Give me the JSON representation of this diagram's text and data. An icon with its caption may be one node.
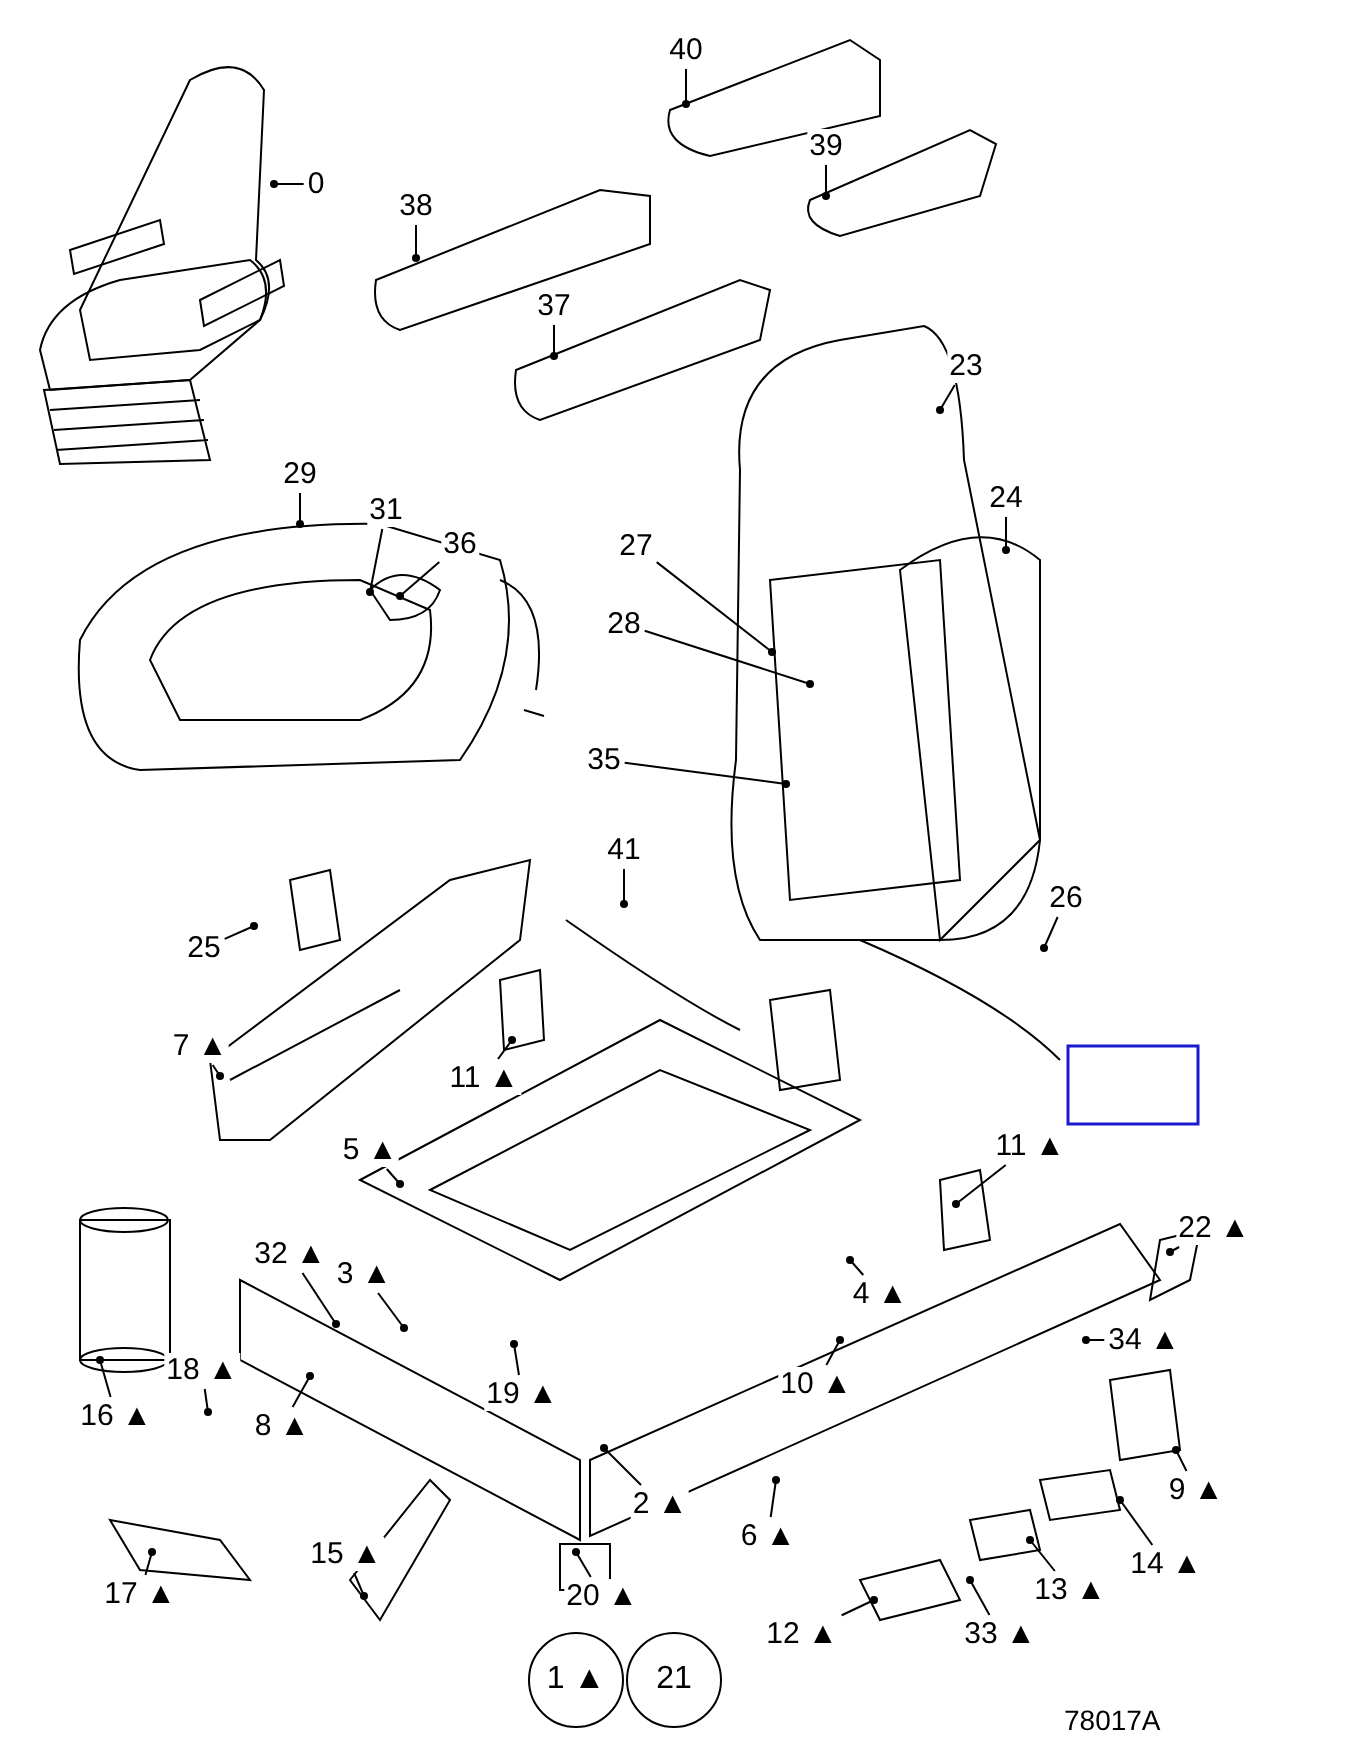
{
  "diagram": {
    "nodes": [
      {
        "text": [
          "40"
        ]
      },
      {
        "text": [
          "39"
        ]
      },
      {
        "text": [
          "0"
        ]
      },
      {
        "text": [
          "38"
        ]
      },
      {
        "text": [
          "37"
        ]
      },
      {
        "text": [
          "23"
        ]
      },
      {
        "text": [
          "29"
        ]
      },
      {
        "text": [
          "24"
        ]
      },
      {
        "text": [
          "31"
        ]
      },
      {
        "text": [
          "36"
        ]
      },
      {
        "text": [
          "27"
        ]
      },
      {
        "text": [
          "28"
        ]
      },
      {
        "text": [
          "35"
        ]
      },
      {
        "text": [
          "41"
        ]
      },
      {
        "text": [
          "26"
        ]
      },
      {
        "text": [
          "25"
        ]
      },
      {
        "text": [
          "7 ▲"
        ]
      },
      {
        "text": [
          "11 ▲"
        ]
      },
      {
        "text": [
          "5 ▲"
        ]
      },
      {
        "text": [
          "11 ▲"
        ]
      },
      {
        "text": [
          "22 ▲"
        ]
      },
      {
        "text": [
          "32 ▲"
        ]
      },
      {
        "text": [
          "3 ▲"
        ]
      },
      {
        "text": [
          "4 ▲"
        ]
      },
      {
        "text": [
          "34 ▲"
        ]
      },
      {
        "text": [
          "18 ▲"
        ]
      },
      {
        "text": [
          "16 ▲"
        ]
      },
      {
        "text": [
          "19 ▲"
        ]
      },
      {
        "text": [
          "10 ▲"
        ]
      },
      {
        "text": [
          "8 ▲"
        ]
      },
      {
        "text": [
          "9 ▲"
        ]
      },
      {
        "text": [
          "2 ▲"
        ]
      },
      {
        "text": [
          "6 ▲"
        ]
      },
      {
        "text": [
          "14 ▲"
        ]
      },
      {
        "text": [
          "13 ▲"
        ]
      },
      {
        "text": [
          "15 ▲"
        ]
      },
      {
        "text": [
          "17 ▲"
        ]
      },
      {
        "text": [
          "20 ▲"
        ]
      },
      {
        "text": [
          "12 ▲"
        ]
      },
      {
        "text": [
          "33 ▲"
        ]
      },
      {
        "text": [
          "1 ▲"
        ]
      },
      {
        "text": [
          "21"
        ]
      }
    ],
    "edges": [
      {
        "from": 0,
        "to": null,
        "arrow": "other"
      },
      {
        "from": 1,
        "to": null,
        "arrow": "other"
      },
      {
        "from": 2,
        "to": null,
        "arrow": "other"
      },
      {
        "from": 3,
        "to": null,
        "arrow": "other"
      },
      {
        "from": 4,
        "to": null,
        "arrow": "other"
      },
      {
        "from": 5,
        "to": null,
        "arrow": "other"
      },
      {
        "from": 6,
        "to": null,
        "arrow": "other"
      },
      {
        "from": 7,
        "to": null,
        "arrow": "other"
      },
      {
        "from": 8,
        "to": null,
        "arrow": "other"
      },
      {
        "from": 9,
        "to": null,
        "arrow": "other"
      },
      {
        "from": 10,
        "to": null,
        "arrow": "other"
      },
      {
        "from": 11,
        "to": null,
        "arrow": "other"
      },
      {
        "from": 12,
        "to": null,
        "arrow": "other"
      },
      {
        "from": 13,
        "to": null,
        "arrow": "other"
      },
      {
        "from": 14,
        "to": null,
        "arrow": "other"
      },
      {
        "from": 15,
        "to": null,
        "arrow": "other"
      },
      {
        "from": 16,
        "to": null,
        "arrow": "other"
      },
      {
        "from": 17,
        "to": null,
        "arrow": "other"
      },
      {
        "from": 18,
        "to": null,
        "arrow": "other"
      },
      {
        "from": 19,
        "to": null,
        "arrow": "other"
      },
      {
        "from": 20,
        "to": null,
        "arrow": "other"
      },
      {
        "from": 21,
        "to": null,
        "arrow": "other"
      },
      {
        "from": 22,
        "to": null,
        "arrow": "other"
      },
      {
        "from": 23,
        "to": null,
        "arrow": "other"
      },
      {
        "from": 24,
        "to": null,
        "arrow": "other"
      },
      {
        "from": 25,
        "to": null,
        "arrow": "other"
      },
      {
        "from": 26,
        "to": null,
        "arrow": "other"
      },
      {
        "from": 27,
        "to": null,
        "arrow": "other"
      },
      {
        "from": 28,
        "to": null,
        "arrow": "other"
      },
      {
        "from": 29,
        "to": null,
        "arrow": "other"
      },
      {
        "from": 30,
        "to": null,
        "arrow": "other"
      },
      {
        "from": 31,
        "to": null,
        "arrow": "other"
      },
      {
        "from": 32,
        "to": null,
        "arrow": "other"
      },
      {
        "from": 33,
        "to": null,
        "arrow": "other"
      },
      {
        "from": 34,
        "to": null,
        "arrow": "other"
      },
      {
        "from": 35,
        "to": null,
        "arrow": "other"
      },
      {
        "from": 36,
        "to": null,
        "arrow": "other"
      },
      {
        "from": 37,
        "to": null,
        "arrow": "other"
      },
      {
        "from": 38,
        "to": null,
        "arrow": "other"
      },
      {
        "from": 39,
        "to": null,
        "arrow": "other"
      }
    ],
    "labels": [
      "78017A"
    ]
  }
}
